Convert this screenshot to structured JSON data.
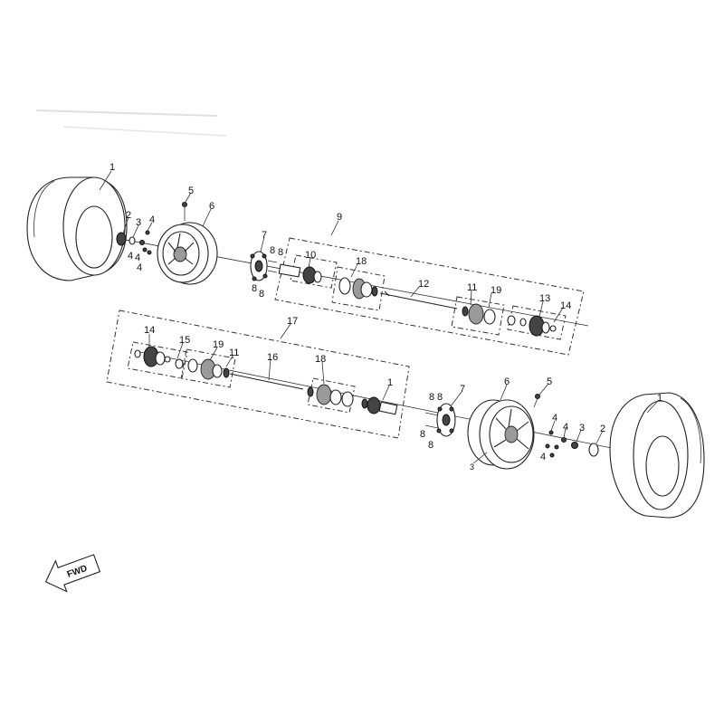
{
  "diagram": {
    "callouts": {
      "c1a": "1",
      "c1b": "1",
      "c1c": "1",
      "c2a": "2",
      "c2b": "2",
      "c3a": "3",
      "c3b": "3",
      "c3c": "3",
      "c4a": "4",
      "c4b": "4",
      "c4c": "4",
      "c4d": "4",
      "c4e": "4",
      "c4f": "4",
      "c4g": "4",
      "c5a": "5",
      "c5b": "5",
      "c6a": "6",
      "c6b": "6",
      "c7a": "7",
      "c7b": "7",
      "c8a": "8",
      "c8b": "8",
      "c8c": "8",
      "c8d": "8",
      "c8e": "8",
      "c8f": "8",
      "c8g": "8",
      "c8h": "8",
      "c9": "9",
      "c10": "10",
      "c11a": "11",
      "c11b": "11",
      "c12": "12",
      "c13": "13",
      "c14a": "14",
      "c14b": "14",
      "c15": "15",
      "c16": "16",
      "c17": "17",
      "c18a": "18",
      "c18b": "18",
      "c19a": "19",
      "c19b": "19"
    },
    "arrow_text": "FWD"
  }
}
